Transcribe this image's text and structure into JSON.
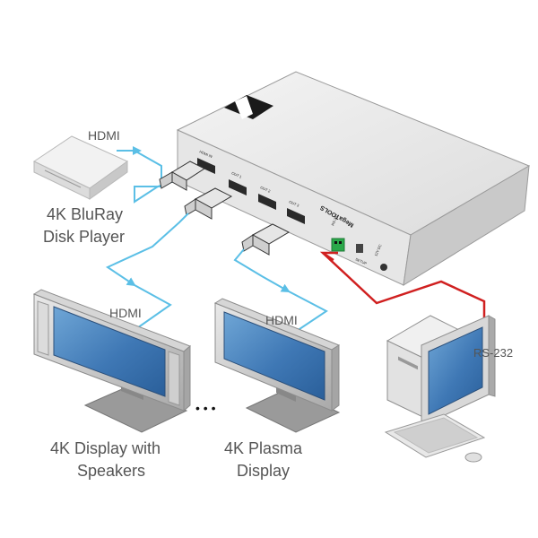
{
  "labels": {
    "hdmi_player": "HDMI",
    "bluray_line1": "4K BluRay",
    "bluray_line2": "Disk Player",
    "hdmi_display1": "HDMI",
    "hdmi_display2": "HDMI",
    "display1_line1": "4K Display with",
    "display1_line2": "Speakers",
    "display2_line1": "4K Plasma",
    "display2_line2": "Display",
    "rs232": "RS-232",
    "ellipsis": "• • •"
  },
  "device": {
    "brand_text": "MegaTOOLS",
    "port_hdmi_in": "HDMI IN",
    "port_out1": "OUT 1",
    "port_out2": "OUT 2",
    "port_out3": "OUT 3",
    "port_rs232": "RS-232",
    "port_setup": "SETUP",
    "port_power": "12V DC"
  },
  "colors": {
    "hdmi_cable": "#5bbfe6",
    "rs232_cable": "#d02020",
    "device_body": "#e8e8e8",
    "label_text": "#555555"
  }
}
